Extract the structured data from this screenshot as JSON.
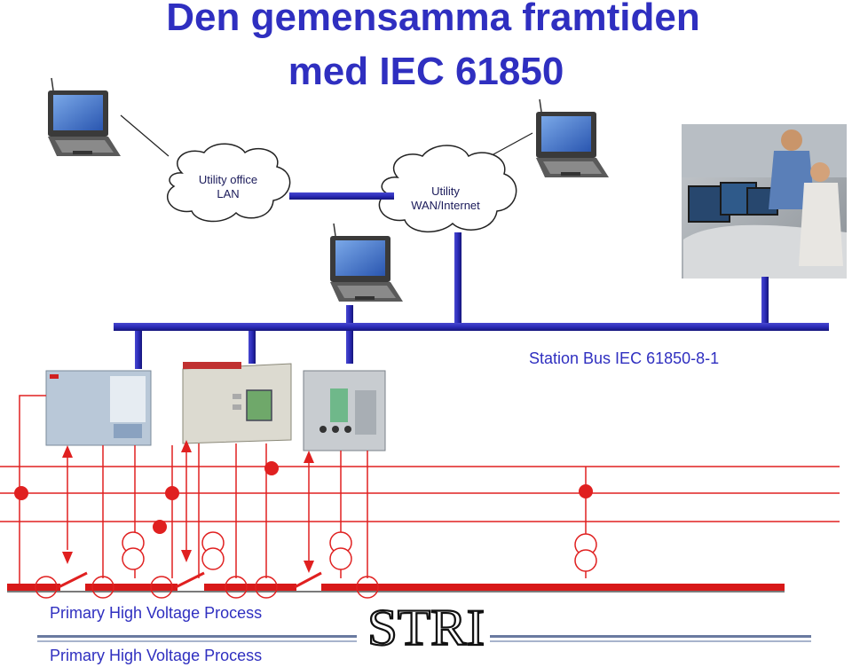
{
  "title": {
    "line1": "Den gemensamma framtiden",
    "line2": "med IEC 61850"
  },
  "clouds": {
    "office": {
      "line1": "Utility office",
      "line2": "LAN"
    },
    "wan": {
      "line1": "Utility",
      "line2": "WAN/Internet"
    }
  },
  "station_bus_label": "Station Bus IEC 61850-8-1",
  "process_label": "Primary High Voltage Process",
  "process_label_repeat": "Primary High Voltage Process",
  "logo_text": "STRI",
  "colors": {
    "title": "#2f2fc0",
    "bus": "#2b2bb8",
    "line_red": "#e02020",
    "label_blue": "#2f2fc0"
  },
  "icons": [
    "laptop-icon",
    "cloud-icon",
    "operators-photo",
    "ied-device-icon",
    "breaker-switch-icon",
    "current-transformer-icon"
  ]
}
